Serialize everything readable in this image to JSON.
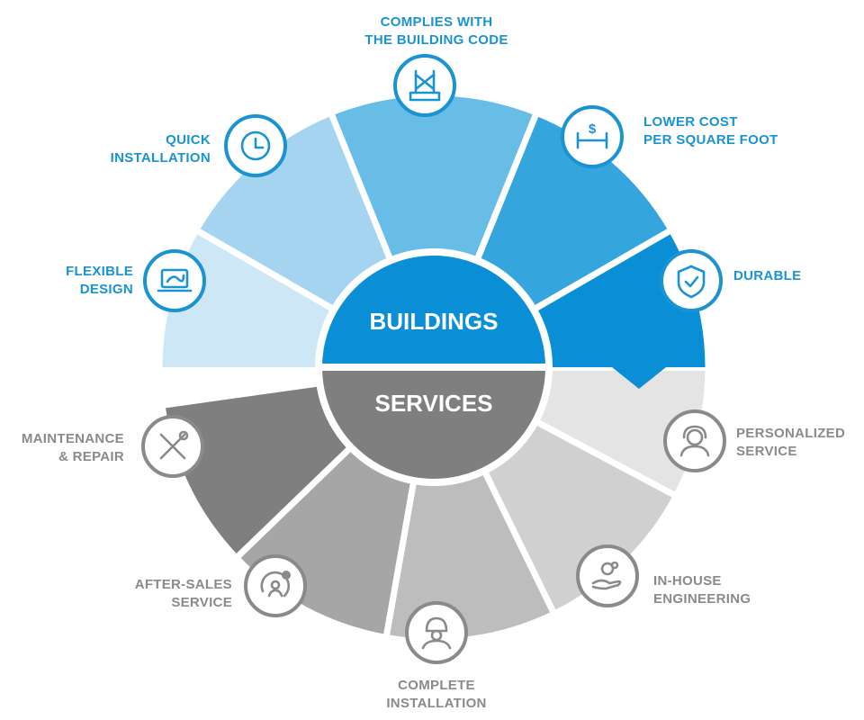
{
  "center": {
    "top": "BUILDINGS",
    "bottom": "SERVICES"
  },
  "colors": {
    "blue_accent": "#1a93d3",
    "grey_text": "#8a8a8a",
    "hub_blue": "#0a8fd6",
    "hub_grey": "#7f7f7f"
  },
  "buildings": [
    {
      "line1": "FLEXIBLE",
      "line2": "DESIGN",
      "icon": "laptop-design-icon",
      "color": "#cde7f6"
    },
    {
      "line1": "QUICK",
      "line2": "INSTALLATION",
      "icon": "clock-icon",
      "color": "#a4d4ef"
    },
    {
      "line1": "COMPLIES WITH",
      "line2": "THE BUILDING CODE",
      "icon": "building-code-icon",
      "color": "#68bde6"
    },
    {
      "line1": "LOWER COST",
      "line2": "PER SQUARE FOOT",
      "icon": "dollar-square-foot-icon",
      "color": "#35a6dd"
    },
    {
      "line1": "DURABLE",
      "line2": "",
      "icon": "shield-check-icon",
      "color": "#0a8fd6"
    }
  ],
  "services": [
    {
      "line1": "PERSONALIZED",
      "line2": "SERVICE",
      "icon": "headset-agent-icon",
      "color": "#e4e4e4"
    },
    {
      "line1": "IN-HOUSE",
      "line2": "ENGINEERING",
      "icon": "hand-gears-icon",
      "color": "#d0d0d0"
    },
    {
      "line1": "COMPLETE",
      "line2": "INSTALLATION",
      "icon": "hardhat-worker-icon",
      "color": "#bdbdbd"
    },
    {
      "line1": "AFTER-SALES",
      "line2": "SERVICE",
      "icon": "support-cycle-icon",
      "color": "#a6a6a6"
    },
    {
      "line1": "MAINTENANCE",
      "line2": "& REPAIR",
      "icon": "wrench-screwdriver-icon",
      "color": "#7f7f7f"
    }
  ]
}
